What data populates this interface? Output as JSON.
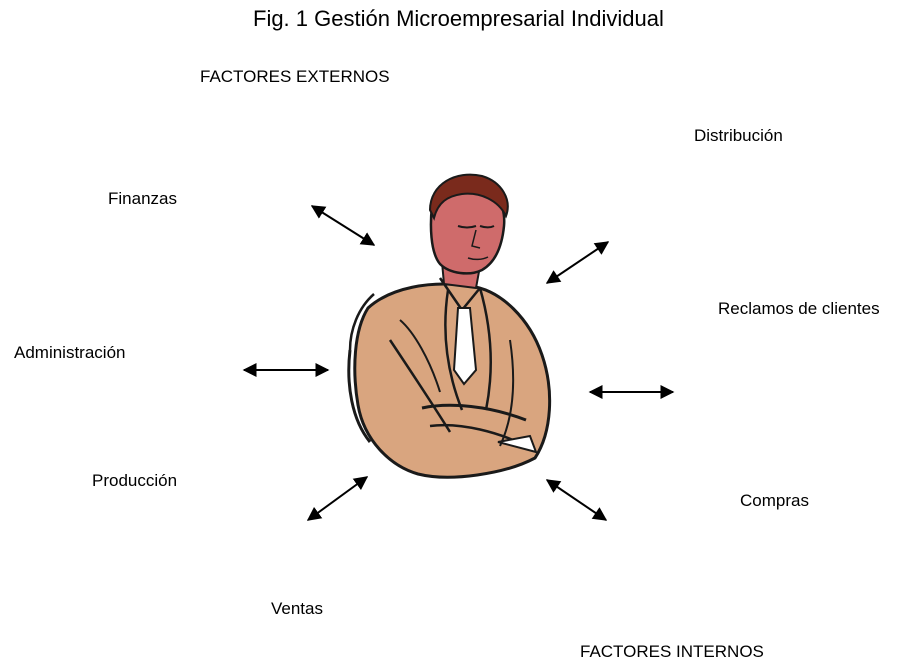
{
  "title": "Fig. 1 Gestión Microempresarial Individual",
  "external_factors": "FACTORES EXTERNOS",
  "internal_factors": "FACTORES INTERNOS",
  "labels": {
    "finanzas": "Finanzas",
    "administracion": "Administración",
    "produccion": "Producción",
    "ventas": "Ventas",
    "distribucion": "Distribución",
    "reclamos": "Reclamos de clientes",
    "compras": "Compras"
  },
  "center_figure": "businessman-clipart",
  "arrow_style": "double-headed",
  "colors": {
    "text": "#000000",
    "skin": "#cf6b6b",
    "jacket": "#d9a57f",
    "hair": "#7a2a1c"
  }
}
